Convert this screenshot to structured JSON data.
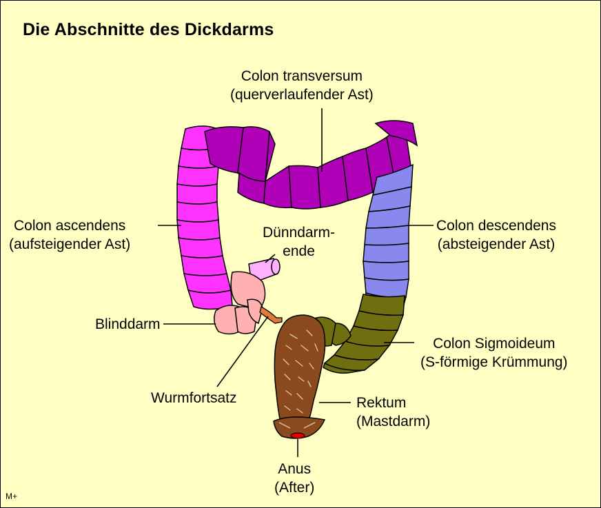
{
  "title": "Die Abschnitte des Dickdarms",
  "labels": {
    "transversum": {
      "line1": "Colon transversum",
      "line2": "(querverlaufender Ast)"
    },
    "ascendens": {
      "line1": "Colon ascendens",
      "line2": "(aufsteigender Ast)"
    },
    "duenndarm": {
      "line1": "Dünndarm-",
      "line2": "ende"
    },
    "descendens": {
      "line1": "Colon descendens",
      "line2": "(absteigender Ast)"
    },
    "blinddarm": {
      "line1": "Blinddarm"
    },
    "sigmoideum": {
      "line1": "Colon Sigmoideum",
      "line2": "(S-förmige Krümmung)"
    },
    "wurmfortsatz": {
      "line1": "Wurmfortsatz"
    },
    "rektum": {
      "line1": "Rektum",
      "line2": "(Mastdarm)"
    },
    "anus": {
      "line1": "Anus",
      "line2": "(After)"
    }
  },
  "badge": "M+",
  "colors": {
    "background": "#ffffc4",
    "ascendens": "#ff33ff",
    "transversum": "#b000b8",
    "descendens": "#8888ee",
    "sigmoideum": "#6f6f10",
    "rektum": "#8a4a1e",
    "blinddarm": "#ffb0b0",
    "duenndarm": "#ffb0ff",
    "anus": "#e00000"
  }
}
